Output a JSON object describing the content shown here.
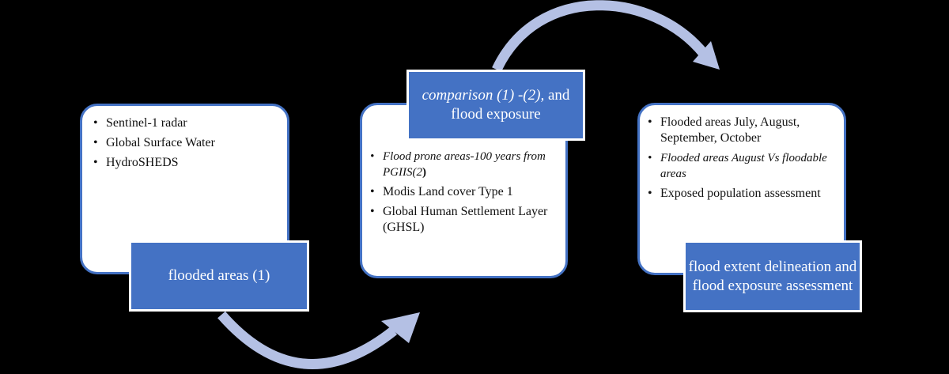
{
  "colors": {
    "box_fill": "#4472c4",
    "card_border": "#4472c4",
    "arrow": "#b4c0e4",
    "background": "#000000"
  },
  "step1": {
    "items": [
      "Sentinel-1 radar",
      "Global Surface Water",
      "HydroSHEDS"
    ],
    "label": "flooded areas (1)"
  },
  "step2": {
    "label_italic": "comparison (1) -(2),",
    "label_rest": " and flood exposure",
    "items": [
      {
        "pre": "Flood prone areas-100 years from PGIIS(2",
        "post": ")"
      },
      {
        "text": "Modis Land cover Type 1"
      },
      {
        "text": "Global Human Settlement Layer (GHSL)"
      }
    ]
  },
  "step3": {
    "items": [
      "Flooded areas July, August, September, October",
      "Flooded areas August Vs floodable areas",
      "Exposed population assessment"
    ],
    "label": "flood extent delineation and flood exposure assessment"
  }
}
